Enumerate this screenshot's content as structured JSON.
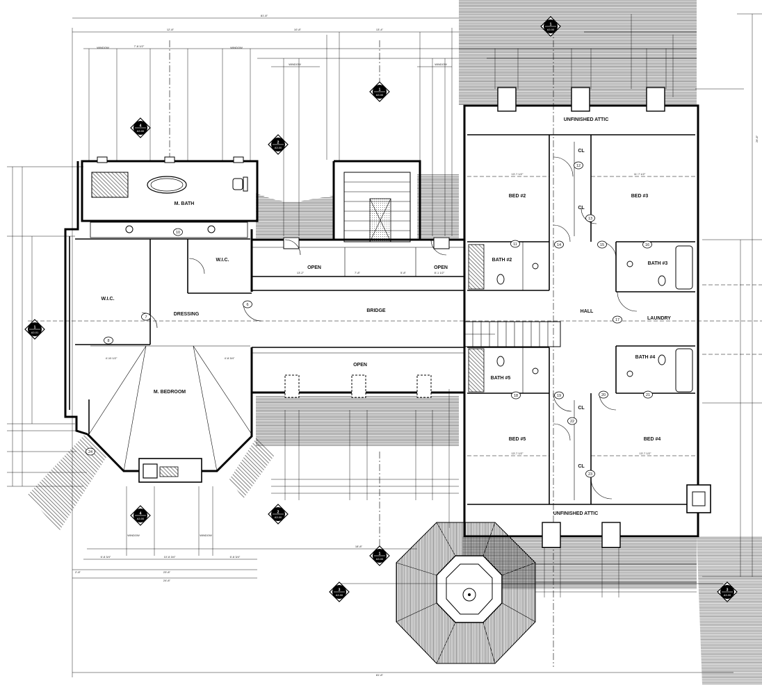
{
  "plan": {
    "rooms": {
      "master_bath": "M. BATH",
      "wic_left": "W.I.C.",
      "wic_right": "W.I.C.",
      "dressing": "DRESSING",
      "master_bedroom": "M. BEDROOM",
      "open_left": "OPEN",
      "open_right": "OPEN",
      "open_lower": "OPEN",
      "bridge": "BRIDGE",
      "unfinished_attic_top": "UNFINISHED ATTIC",
      "unfinished_attic_bottom": "UNFINISHED ATTIC",
      "bed2": "BED #2",
      "bed3": "BED #3",
      "bed4": "BED #4",
      "bed5": "BED #5",
      "bath2": "BATH #2",
      "bath3": "BATH #3",
      "bath4": "BATH #4",
      "bath5": "BATH #5",
      "hall": "HALL",
      "laundry": "LAUNDRY",
      "closet_1": "CL",
      "closet_2": "CL",
      "closet_3": "CL",
      "closet_4": "CL"
    },
    "section_markers": {
      "top_center": {
        "num": "1",
        "sheet": "A3.00"
      },
      "stair": {
        "num": "1",
        "sheet": "A3.00"
      },
      "upper_left": {
        "num": "4",
        "sheet": "A3.00"
      },
      "upper_mid": {
        "num": "2",
        "sheet": "A3.00"
      },
      "left_mid": {
        "num": "1",
        "sheet": "A3.01"
      },
      "lower_left": {
        "num": "4",
        "sheet": "A3.00"
      },
      "lower_mid": {
        "num": "2",
        "sheet": "A3.00"
      },
      "lower_center": {
        "num": "1",
        "sheet": "A3.00"
      },
      "bottom_left": {
        "num": "3",
        "sheet": "A3.00"
      },
      "bottom_right": {
        "num": "3",
        "sheet": "A3.00"
      }
    },
    "door_tags": [
      "6",
      "7",
      "8",
      "10",
      "11",
      "12",
      "13",
      "14",
      "15",
      "16",
      "17",
      "18",
      "19",
      "20",
      "21",
      "22",
      "23",
      "24"
    ],
    "dimensions": {
      "overall_bottom": "81'-8\"",
      "overall_top": "81'-8\"",
      "left_a": "2'-8\"",
      "left_b": "23'-8\"",
      "left_c": "24'-8\"",
      "top_a": "12'-8\"",
      "top_b": "10'-8\"",
      "top_c": "13'-4\"",
      "top_d": "7'-8 1/2\"",
      "bot_a": "6'-8 3/4\"",
      "bot_b": "10'-8 3/4\"",
      "bot_c": "6'-8 3/4\"",
      "bot_d": "18'-8\"",
      "dress_a": "4'-10 1/2\"",
      "dress_b": "4'-8 3/4\"",
      "bed_a": "13'-7 1/2\"",
      "bed_b": "11'-7 1/2\"",
      "bed_c": "13'-7 1/2\"",
      "bed_d": "13'-7 1/2\"",
      "open_a": "13'-2\"",
      "open_b": "8'-1 1/2\"",
      "bridge_a": "7'-8\"",
      "bridge_b": "5'-8\"",
      "right_total": "26'-8\"",
      "window_tag": "WINDOW"
    }
  }
}
